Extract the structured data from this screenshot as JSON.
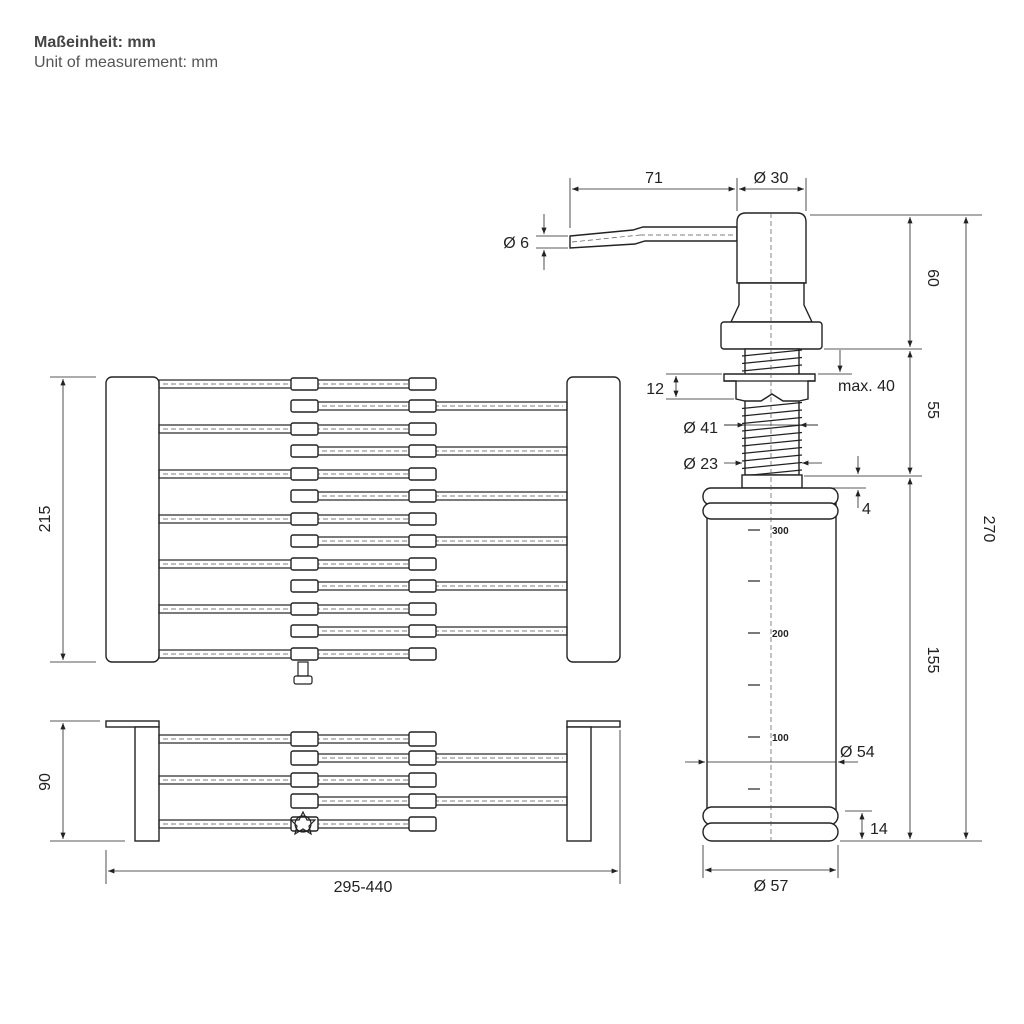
{
  "unit": {
    "de": "Maßeinheit: mm",
    "en": "Unit of measurement: mm"
  },
  "basket_dims": {
    "height_top": "215",
    "height_side": "90",
    "width": "295-440"
  },
  "dispenser_dims": {
    "spout_length": "71",
    "head_diameter": "Ø 30",
    "spout_diameter": "Ø 6",
    "head_height": "60",
    "max_thickness": "max. 40",
    "nut_height": "12",
    "neck_height": "55",
    "nut_diameter": "Ø 41",
    "thread_diameter": "Ø 23",
    "collar_height": "4",
    "total_height": "270",
    "bottle_height": "155",
    "bottle_inner_diameter": "Ø 54",
    "base_height": "14",
    "bottle_diameter": "Ø 57"
  },
  "scale_marks": [
    "300",
    "200",
    "100"
  ]
}
